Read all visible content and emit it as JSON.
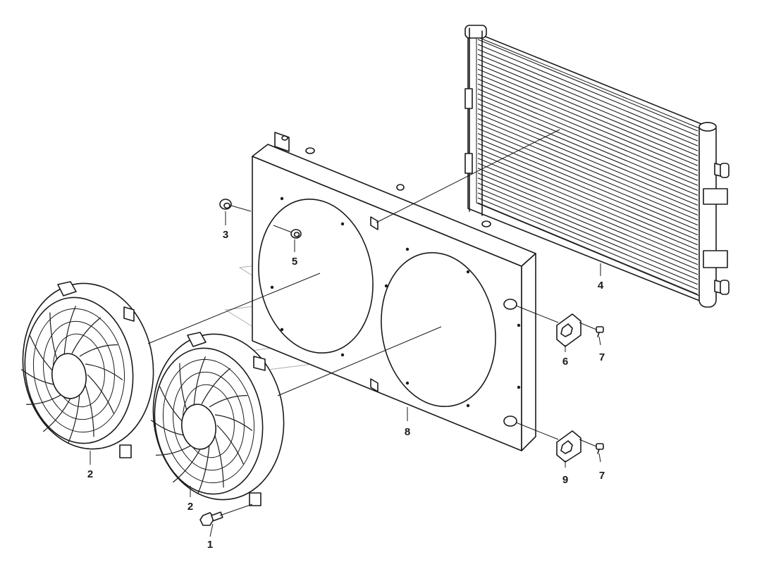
{
  "diagram": {
    "type": "exploded-parts-view",
    "callouts": [
      {
        "id": "c1",
        "label": "1"
      },
      {
        "id": "c2a",
        "label": "2"
      },
      {
        "id": "c2b",
        "label": "2"
      },
      {
        "id": "c3",
        "label": "3"
      },
      {
        "id": "c4",
        "label": "4"
      },
      {
        "id": "c5",
        "label": "5"
      },
      {
        "id": "c6",
        "label": "6"
      },
      {
        "id": "c7a",
        "label": "7"
      },
      {
        "id": "c7b",
        "label": "7"
      },
      {
        "id": "c8",
        "label": "8"
      },
      {
        "id": "c9",
        "label": "9"
      }
    ]
  }
}
